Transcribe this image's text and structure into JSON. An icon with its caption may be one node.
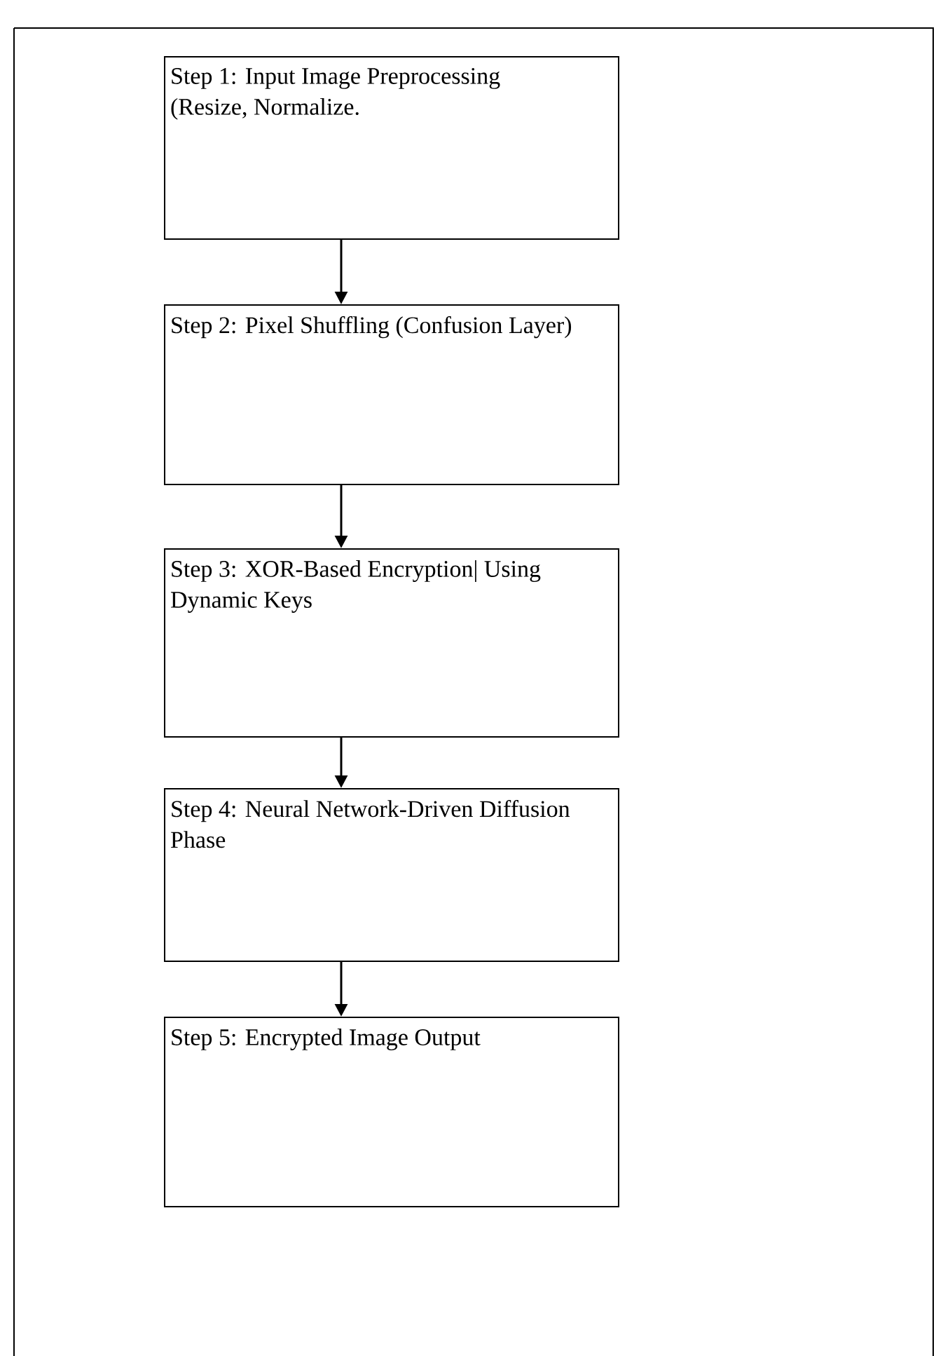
{
  "diagram": {
    "nodes": [
      {
        "text": [
          "Step 1: Input Image Preprocessing (Resize, Normalize."
        ]
      },
      {
        "text": [
          "Step 2: Pixel Shuffling (Confusion Layer)"
        ]
      },
      {
        "text": [
          "Step 3: XOR-Based Encryption| Using Dynamic Keys"
        ]
      },
      {
        "text": [
          "Step 4: Neural Network-Driven Diffusion Phase"
        ]
      },
      {
        "text": [
          "Step 5: Encrypted Image Output"
        ]
      }
    ],
    "edges": [
      {
        "from": 0,
        "to": 1,
        "arrow": "to"
      },
      {
        "from": 1,
        "to": 2,
        "arrow": "to"
      },
      {
        "from": 2,
        "to": 3,
        "arrow": "to"
      },
      {
        "from": 3,
        "to": 4,
        "arrow": "to"
      }
    ]
  }
}
